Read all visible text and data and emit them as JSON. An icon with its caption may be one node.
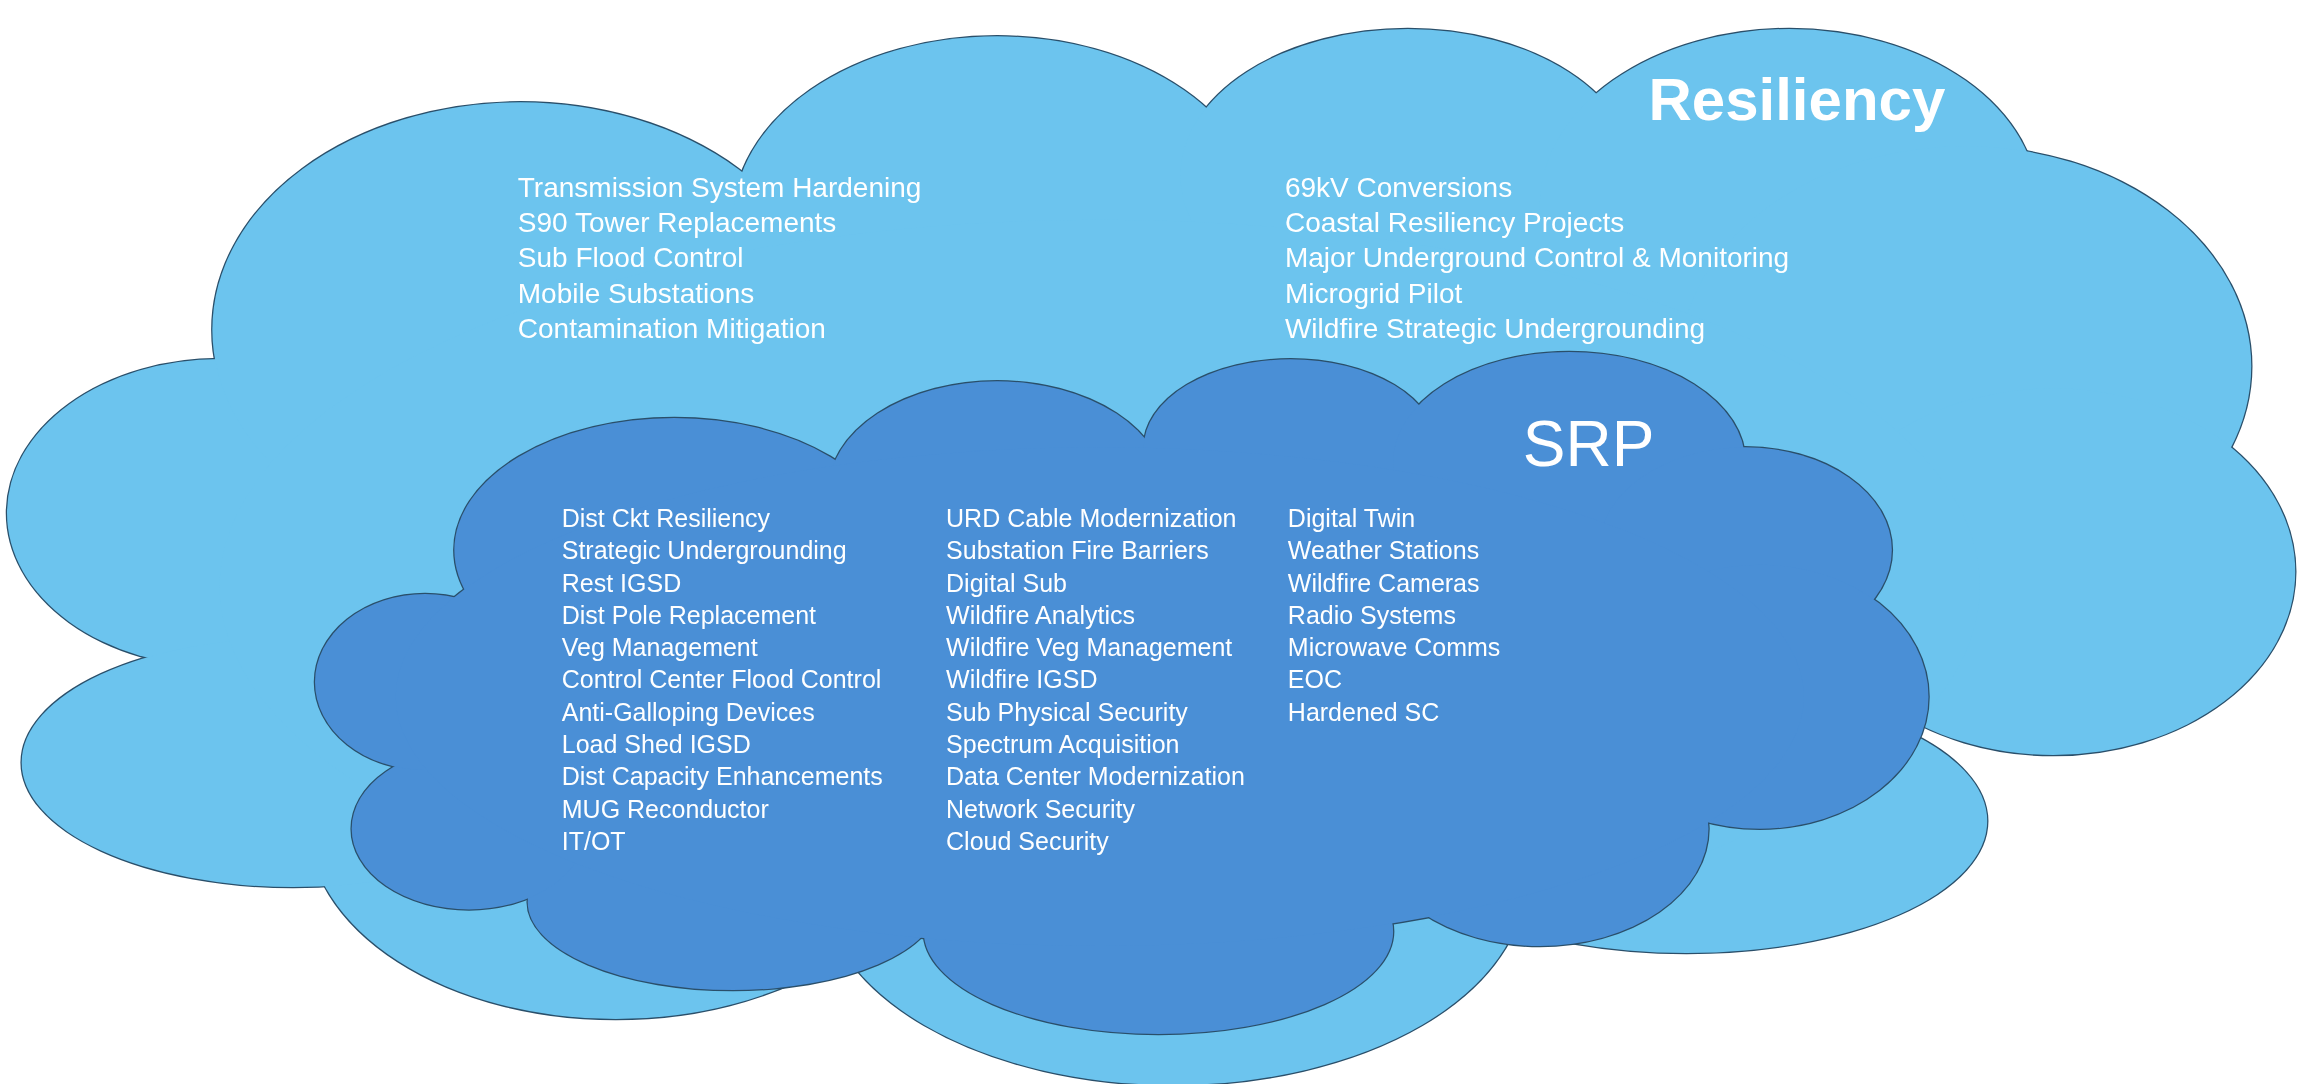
{
  "diagram": {
    "nodes": [
      {
        "text": [
          "Resiliency",
          "Transmission System Hardening",
          "S90 Tower Replacements",
          "Sub Flood Control",
          "Mobile Substations",
          "Contamination Mitigation",
          "69kV Conversions",
          "Coastal Resiliency Projects",
          "Major Underground Control & Monitoring",
          "Microgrid Pilot",
          "Wildfire Strategic Undergrounding"
        ]
      },
      {
        "text": [
          "SRP",
          "Dist Ckt Resiliency",
          "Strategic Undergrounding",
          "Rest IGSD",
          "Dist Pole Replacement",
          "Veg Management",
          "Control Center Flood Control",
          "Anti-Galloping Devices",
          "Load Shed IGSD",
          "Dist Capacity Enhancements",
          "MUG Reconductor",
          "IT/OT",
          "URD Cable Modernization",
          "Substation Fire Barriers",
          "Digital Sub",
          "Wildfire Analytics",
          "Wildfire Veg Management",
          "Wildfire IGSD",
          "Sub Physical Security",
          "Spectrum Acquisition",
          "Data Center Modernization",
          "Network Security",
          "Cloud Security",
          "Digital Twin",
          "Weather Stations",
          "Wildfire Cameras",
          "Radio Systems",
          "Microwave Comms",
          "EOC",
          "Hardened SC"
        ],
        "in": 0
      }
    ]
  }
}
